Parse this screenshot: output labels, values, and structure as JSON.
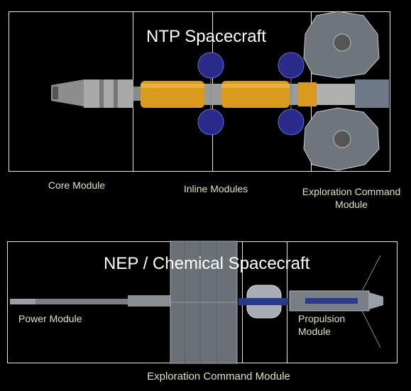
{
  "ntp": {
    "title": "NTP Spacecraft",
    "core_label": "Core Module",
    "inline_label": "Inline Modules",
    "exploration_label": "Exploration Command Module"
  },
  "nep": {
    "title": "NEP / Chemical Spacecraft",
    "power_label": "Power Module",
    "propulsion_label": "Propulsion Module",
    "exploration_label": "Exploration Command Module"
  },
  "colors": {
    "background": "#000000",
    "box_border": "#e8e8e8",
    "label_text": "#d9e6b8",
    "tank_orange": "#d99a1e",
    "solar_blue": "#2a2a8a",
    "hull_gray": "#9a9a9a"
  }
}
